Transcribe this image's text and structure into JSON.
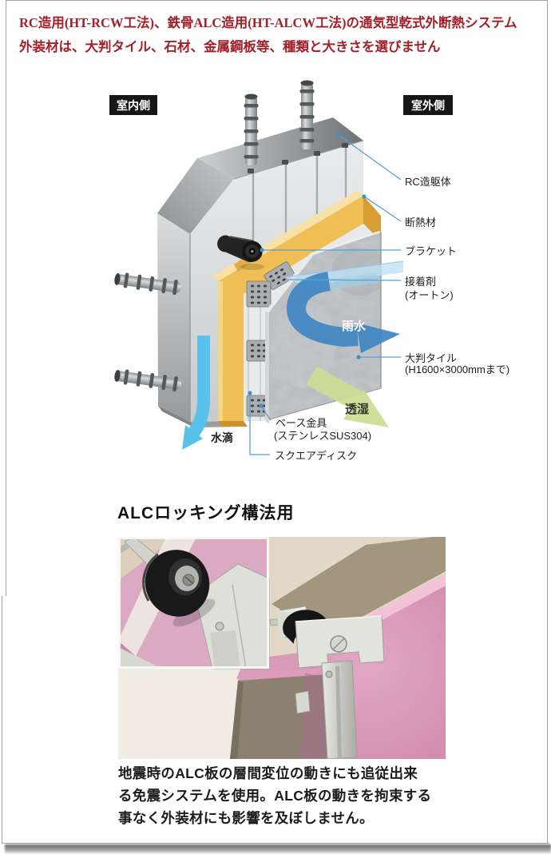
{
  "header": {
    "line1": "RC造用(HT-RCW工法)、鉄骨ALC造用(HT-ALCW工法)の通気型乾式外断熱システム",
    "line2": "外装材は、大判タイル、石材、金属鋼板等、種類と大きさを選びません",
    "color": "#a1202a"
  },
  "diagram": {
    "side_labels": {
      "indoor": "室内側",
      "outdoor": "室外側"
    },
    "callouts": {
      "rc_body": "RC造躯体",
      "insulation": "断熱材",
      "bracket": "ブラケット",
      "adhesive": "接着剤",
      "adhesive_sub": "(オートン)",
      "tile": "大判タイル",
      "tile_sub": "(H1600×3000mmまで)",
      "base_fitting": "ベース金具",
      "base_fitting_sub": "(ステンレスSUS304)",
      "square_disc": "スクエアディスク"
    },
    "flow_labels": {
      "rain": "雨水",
      "vapor": "透湿",
      "drops": "水滴"
    },
    "colors": {
      "leader_blue": "#55a1d6",
      "rain_blue": "#4287c2",
      "drop_cyan": "#58c2ea",
      "vapor_green": "#cbde92",
      "insulation_yellow": "#efbf55",
      "alc_pink": "#d694b5"
    }
  },
  "section": {
    "title": "ALCロッキング構法用",
    "body": "地震時のALC板の層間変位の動きにも追従出来\nる免震システムを使用。ALC板の動きを拘束する\n事なく外装材にも影響を及ぼしません。"
  }
}
